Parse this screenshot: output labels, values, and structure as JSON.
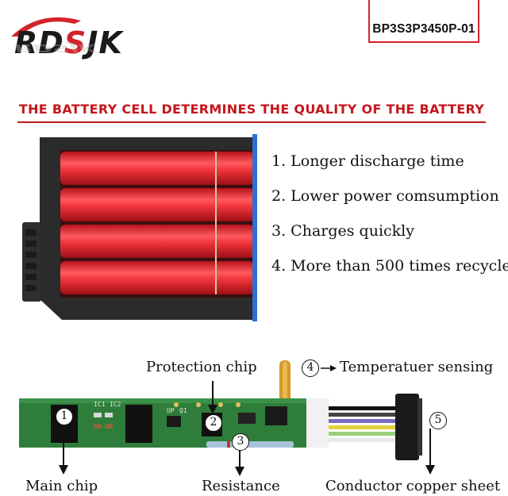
{
  "brand": {
    "logo_text": "RDSJK"
  },
  "model": {
    "code": "BP3S3P3450P-01"
  },
  "headline": {
    "text": "THE BATTERY CELL DETERMINES THE QUALITY OF THE BATTERY"
  },
  "features": [
    {
      "text": "1. Longer discharge time"
    },
    {
      "text": "2. Lower power comsumption"
    },
    {
      "text": "3. Charges quickly"
    },
    {
      "text": "4. More than 500 times recycle"
    }
  ],
  "diagram": {
    "labels": {
      "protection_chip": "Protection chip",
      "temperature": "Temperatuer sensing",
      "main_chip": "Main chip",
      "resistance": "Resistance",
      "copper_sheet": "Conductor copper sheet"
    },
    "markers": {
      "one": "1",
      "two": "2",
      "three": "3",
      "four": "4",
      "five": "5"
    },
    "board_silk": {
      "ic1": "IC1",
      "ic2": "IC2",
      "q1": "Q1",
      "up": "UP"
    }
  },
  "colors": {
    "accent_red": "#c4161c",
    "cell_red": "#e0282e",
    "battery_body": "#2b2b2b",
    "pcb_green": "#2f7d3a"
  }
}
